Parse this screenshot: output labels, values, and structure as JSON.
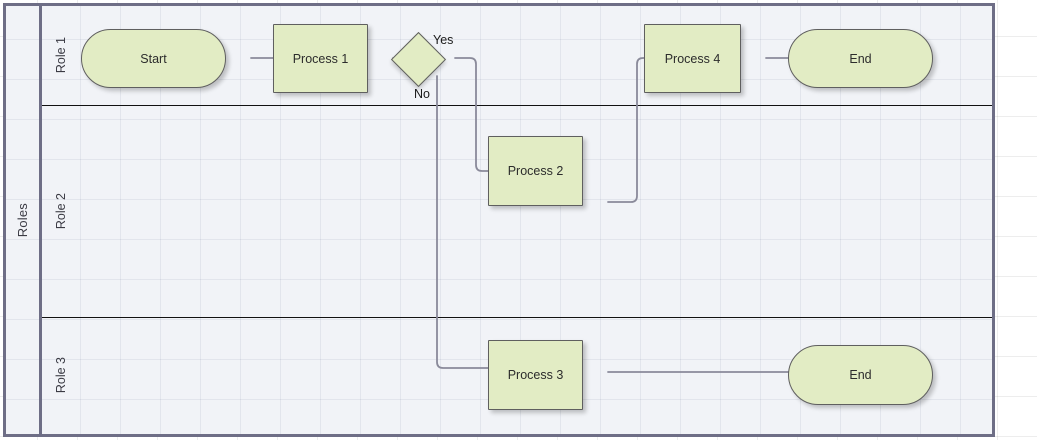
{
  "diagram": {
    "type": "swimlane-flowchart",
    "pool": {
      "label": "Roles"
    },
    "lanes": [
      {
        "id": "lane1",
        "label": "Role 1"
      },
      {
        "id": "lane2",
        "label": "Role 2"
      },
      {
        "id": "lane3",
        "label": "Role 3"
      }
    ],
    "nodes": [
      {
        "id": "start",
        "label": "Start",
        "shape": "terminator",
        "lane": "lane1"
      },
      {
        "id": "process1",
        "label": "Process 1",
        "shape": "task",
        "lane": "lane1"
      },
      {
        "id": "decision1",
        "label": "",
        "shape": "decision",
        "lane": "lane1"
      },
      {
        "id": "process4",
        "label": "Process 4",
        "shape": "task",
        "lane": "lane1"
      },
      {
        "id": "end1",
        "label": "End",
        "shape": "terminator",
        "lane": "lane1"
      },
      {
        "id": "process2",
        "label": "Process 2",
        "shape": "task",
        "lane": "lane2"
      },
      {
        "id": "process3",
        "label": "Process 3",
        "shape": "task",
        "lane": "lane3"
      },
      {
        "id": "end2",
        "label": "End",
        "shape": "terminator",
        "lane": "lane3"
      }
    ],
    "edge_labels": [
      {
        "id": "yes",
        "label": "Yes"
      },
      {
        "id": "no",
        "label": "No"
      }
    ],
    "colors": {
      "node_fill": "#e2ecc4",
      "node_stroke": "#5f5f5f",
      "pool_border": "#6e6e86",
      "lane_divider": "#111111",
      "connector": "#8a8a9a",
      "lane_background": "#f1f3f7",
      "canvas_background": "#ffffff"
    }
  }
}
